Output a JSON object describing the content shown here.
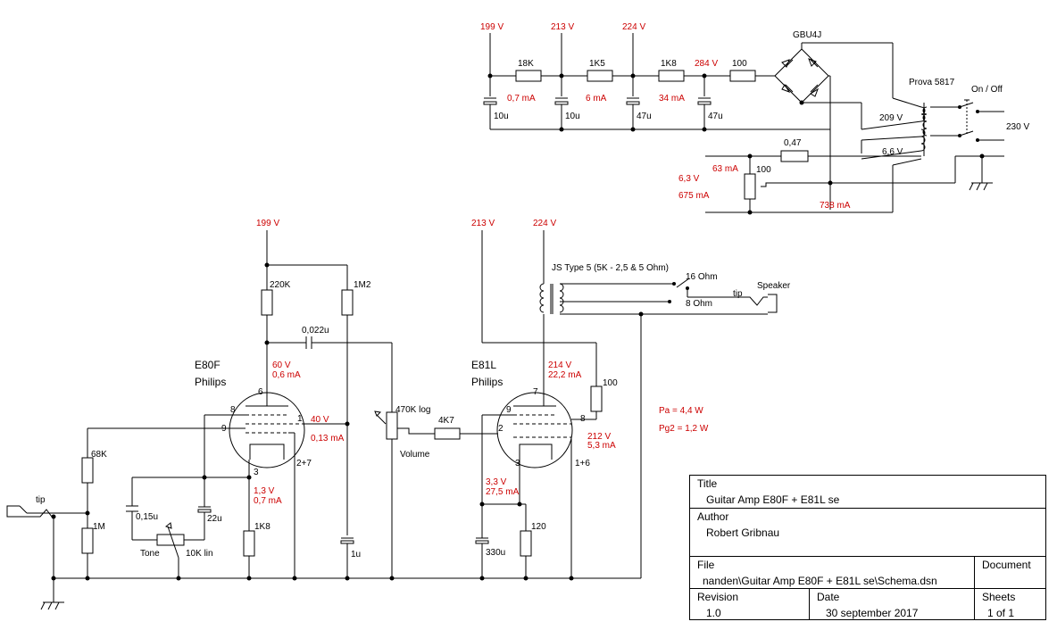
{
  "supply": {
    "rectifier": "GBU4J",
    "transformer": "Prova 5817",
    "switch": "On / Off",
    "mains": "230 V",
    "secondary_hv": "209 V",
    "secondary_heater": "6,6 V",
    "nodes": [
      {
        "voltage": "199 V",
        "cap": "10u"
      },
      {
        "voltage": "213 V",
        "cap": "10u"
      },
      {
        "voltage": "224 V",
        "cap": "47u"
      },
      {
        "voltage": "284 V",
        "cap": "47u"
      }
    ],
    "resistors": [
      "18K",
      "1K5",
      "1K8",
      "100"
    ],
    "currents": [
      "0,7 mA",
      "6 mA",
      "34 mA"
    ],
    "heater_resistor": "0,47",
    "heater_current": "63 mA",
    "heater_pot": "100",
    "heater_voltage": "6,3 V",
    "heater_total": "675 mA",
    "total_current": "738 mA"
  },
  "preamp": {
    "tube": "E80F",
    "maker": "Philips",
    "supply": "199 V",
    "anode_resistor": "220K",
    "grid1_resistor": "1M2",
    "coupling_cap": "0,022u",
    "anode_voltage": "60 V",
    "anode_current": "0,6 mA",
    "g2_voltage": "40 V",
    "g2_current": "0,13 mA",
    "cathode_voltage": "1,3 V",
    "cathode_current": "0,7 mA",
    "input_resistor": "68K",
    "grid_resistor": "1M",
    "tone_cap": "0,15u",
    "cathode_cap": "22u",
    "tone_pot": "10K lin",
    "tone_label": "Tone",
    "cathode_resistor": "1K8",
    "g2_cap": "1u",
    "pins": {
      "p6": "6",
      "p8": "8",
      "p9": "9",
      "p1": "1",
      "p3": "3",
      "p27": "2+7"
    }
  },
  "volume": {
    "pot": "470K log",
    "label": "Volume"
  },
  "power": {
    "tube": "E81L",
    "maker": "Philips",
    "grid_stopper": "4K7",
    "supply_a": "213 V",
    "supply_b": "224 V",
    "output_transformer": "JS Type 5 (5K - 2,5 & 5 Ohm)",
    "tap_16": "16 Ohm",
    "tap_8": "8 Ohm",
    "speaker": "Speaker",
    "anode_voltage": "214 V",
    "anode_current": "22,2 mA",
    "g2_resistor": "100",
    "g2_voltage": "212 V",
    "g2_current": "5,3 mA",
    "cathode_voltage": "3,3 V",
    "cathode_current": "27,5 mA",
    "cathode_cap": "330u",
    "cathode_resistor": "120",
    "pa": "Pa = 4,4 W",
    "pg2": "Pg2 = 1,2 W",
    "pins": {
      "p7": "7",
      "p9": "9",
      "p2": "2",
      "p8": "8",
      "p3": "3",
      "p16": "1+6"
    }
  },
  "jacks": {
    "input_tip": "tip",
    "output_tip": "tip"
  },
  "title_block": {
    "title_label": "Title",
    "title": "Guitar Amp E80F + E81L se",
    "author_label": "Author",
    "author": "Robert Gribnau",
    "file_label": "File",
    "file": "nanden\\Guitar Amp E80F + E81L se\\Schema.dsn",
    "document_label": "Document",
    "revision_label": "Revision",
    "revision": "1.0",
    "date_label": "Date",
    "date": "30 september 2017",
    "sheets_label": "Sheets",
    "sheets": "1 of 1"
  }
}
